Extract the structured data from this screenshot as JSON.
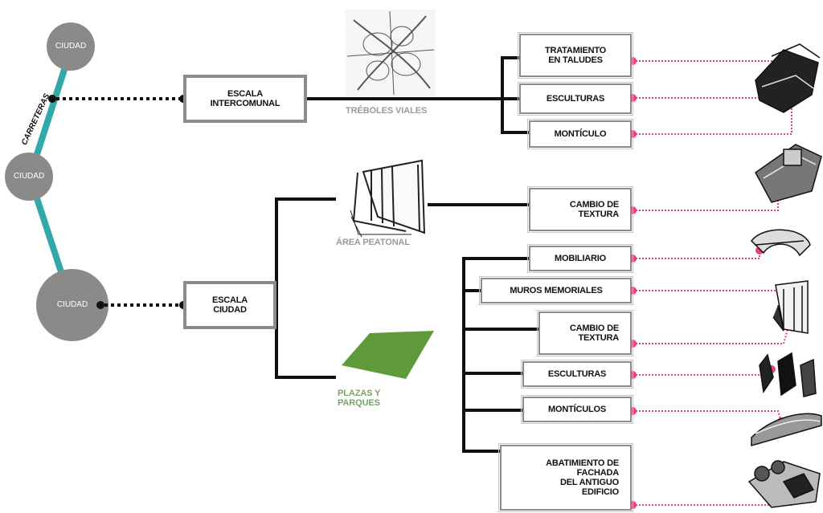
{
  "colors": {
    "city": "#8a8a8a",
    "road": "#33a8a8",
    "connector": "#111111",
    "link": "#e0457a",
    "box_border": "#8c8c8c",
    "caption": "#9a9a9a",
    "park": "#5f9a3a"
  },
  "road_label": "CARRETERAS",
  "cities": [
    "CIUDAD",
    "CIUDAD",
    "CIUDAD"
  ],
  "scales": {
    "intercomunal": "ESCALA\nINTERCOMUNAL",
    "ciudad": "ESCALA\nCIUDAD"
  },
  "captions": {
    "treboles": "TRÉBOLES VIALES",
    "area_peatonal": "ÁREA PEATONAL",
    "plazas": "PLAZAS Y\nPARQUES"
  },
  "interventions": {
    "intercomunal": [
      "TRATAMIENTO\nEN TALUDES",
      "ESCULTURAS",
      "MONTÍCULO"
    ],
    "peatonal": [
      "CAMBIO DE\nTEXTURA"
    ],
    "plazas": [
      "MOBILIARIO",
      "MUROS MEMORIALES",
      "CAMBIO DE\nTEXTURA",
      "ESCULTURAS",
      "MONTÍCULOS",
      "ABATIMIENTO DE\nFACHADA\nDEL ANTIGUO\nEDIFICIO"
    ]
  },
  "illustration_icons": [
    "talud-sketch-icon",
    "sculpture-sketch-icon",
    "mound-sketch-icon",
    "texture-sketch-icon",
    "furniture-sketch-icon",
    "memorial-wall-sketch-icon",
    "sculptures-sketch-icon",
    "mounds-sketch-icon",
    "facade-sketch-icon"
  ]
}
